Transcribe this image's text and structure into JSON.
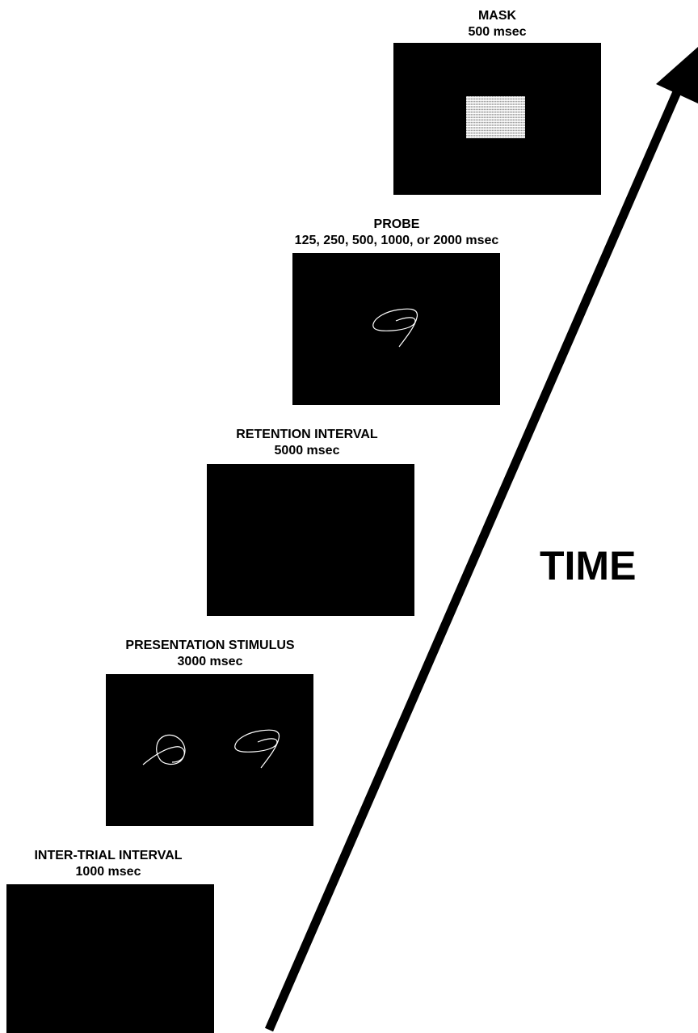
{
  "stages": {
    "mask": {
      "title": "MASK",
      "duration": "500 msec"
    },
    "probe": {
      "title": "PROBE",
      "duration": "125, 250, 500, 1000, or 2000 msec"
    },
    "retention": {
      "title": "RETENTION INTERVAL",
      "duration": "5000 msec"
    },
    "presentation": {
      "title": "PRESENTATION STIMULUS",
      "duration": "3000 msec"
    },
    "inter_trial": {
      "title": "INTER-TRIAL INTERVAL",
      "duration": "1000 msec"
    }
  },
  "time_label": "TIME",
  "colors": {
    "screen": "#000000",
    "stroke": "#ffffff",
    "arrow": "#000000"
  }
}
